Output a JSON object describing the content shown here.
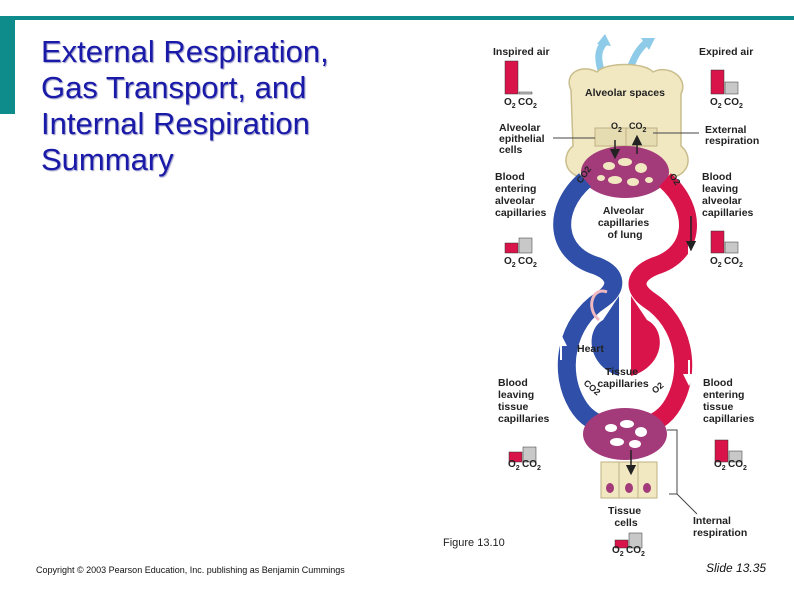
{
  "slide": {
    "title_lines": [
      "External Respiration,",
      "Gas Transport, and",
      "Internal Respiration",
      "Summary"
    ],
    "figure_caption": "Figure 13.10",
    "copyright": "Copyright © 2003 Pearson Education, Inc. publishing as Benjamin Cummings",
    "slide_number": "Slide 13.35",
    "accent_color": "#0e8c8c",
    "title_color": "#1a1aa8"
  },
  "diagram": {
    "labels": {
      "inspired_air": "Inspired air",
      "expired_air": "Expired air",
      "alveolar_spaces": "Alveolar spaces",
      "alveolar_epithelial_cells": [
        "Alveolar",
        "epithelial",
        "cells"
      ],
      "external_respiration": [
        "External",
        "respiration"
      ],
      "blood_entering_alveolar_capillaries": [
        "Blood",
        "entering",
        "alveolar",
        "capillaries"
      ],
      "blood_leaving_alveolar_capillaries": [
        "Blood",
        "leaving",
        "alveolar",
        "capillaries"
      ],
      "alveolar_capillaries_of_lung": [
        "Alveolar",
        "capillaries",
        "of lung"
      ],
      "heart": "Heart",
      "tissue_capillaries": [
        "Tissue",
        "capillaries"
      ],
      "blood_leaving_tissue_capillaries": [
        "Blood",
        "leaving",
        "tissue",
        "capillaries"
      ],
      "blood_entering_tissue_capillaries": [
        "Blood",
        "entering",
        "tissue",
        "capillaries"
      ],
      "tissue_cells": [
        "Tissue",
        "cells"
      ],
      "internal_respiration": [
        "Internal",
        "respiration"
      ],
      "o2": "O",
      "co2": "CO",
      "sub2": "2",
      "o2_full": "O2",
      "co2_full": "CO2"
    },
    "colors": {
      "oxygenated": "#d8144a",
      "deoxygenated": "#2f4fa8",
      "tissue": "#f1e8c2",
      "capillary": "#a33a7a",
      "gauge_gray": "#c8c8c8",
      "air_arrow": "#8ecbe8"
    }
  }
}
